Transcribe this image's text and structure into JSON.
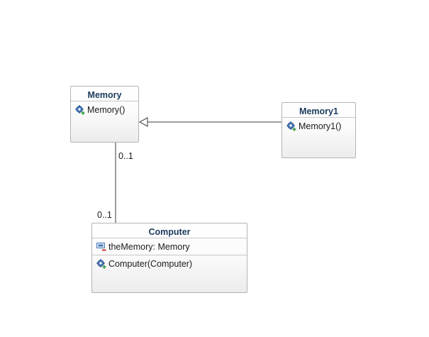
{
  "classes": {
    "memory": {
      "name": "Memory",
      "operations": [
        "Memory()"
      ]
    },
    "memory1": {
      "name": "Memory1",
      "operations": [
        "Memory1()"
      ]
    },
    "computer": {
      "name": "Computer",
      "attributes": [
        "theMemory: Memory"
      ],
      "operations": [
        "Computer(Computer)"
      ]
    }
  },
  "associations": {
    "memory_end_multiplicity": "0..1",
    "computer_end_multiplicity": "0..1"
  },
  "icons": {
    "operation": "public-operation-gear-icon",
    "attribute": "private-attribute-field-icon"
  },
  "colors": {
    "class_name": "#1a3a5c",
    "border": "#b4b4b4",
    "operation_icon": "#4a7ab8",
    "public_marker": "#2e9a3a",
    "private_marker": "#d0312d"
  }
}
